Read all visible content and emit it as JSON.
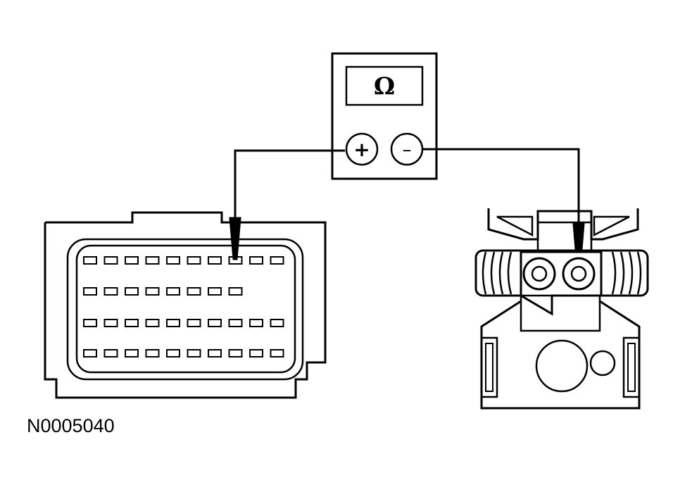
{
  "meter": {
    "display_symbol": "Ω",
    "positive_label": "+",
    "negative_label": "–"
  },
  "figure_id": "N0005040",
  "connector": {
    "pin_rows": [
      10,
      8,
      10,
      10
    ]
  },
  "colors": {
    "ink": "#000000",
    "paper": "#ffffff"
  }
}
